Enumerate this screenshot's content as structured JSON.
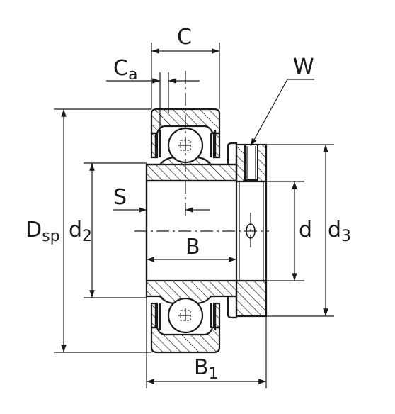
{
  "labels": {
    "C": "C",
    "Ca_main": "C",
    "Ca_sub": "a",
    "W": "W",
    "S": "S",
    "Dsp_main": "D",
    "Dsp_sub": "sp",
    "d2_main": "d",
    "d2_sub": "2",
    "B": "B",
    "d": "d",
    "d3_main": "d",
    "d3_sub": "3",
    "B1_main": "B",
    "B1_sub": "1"
  }
}
